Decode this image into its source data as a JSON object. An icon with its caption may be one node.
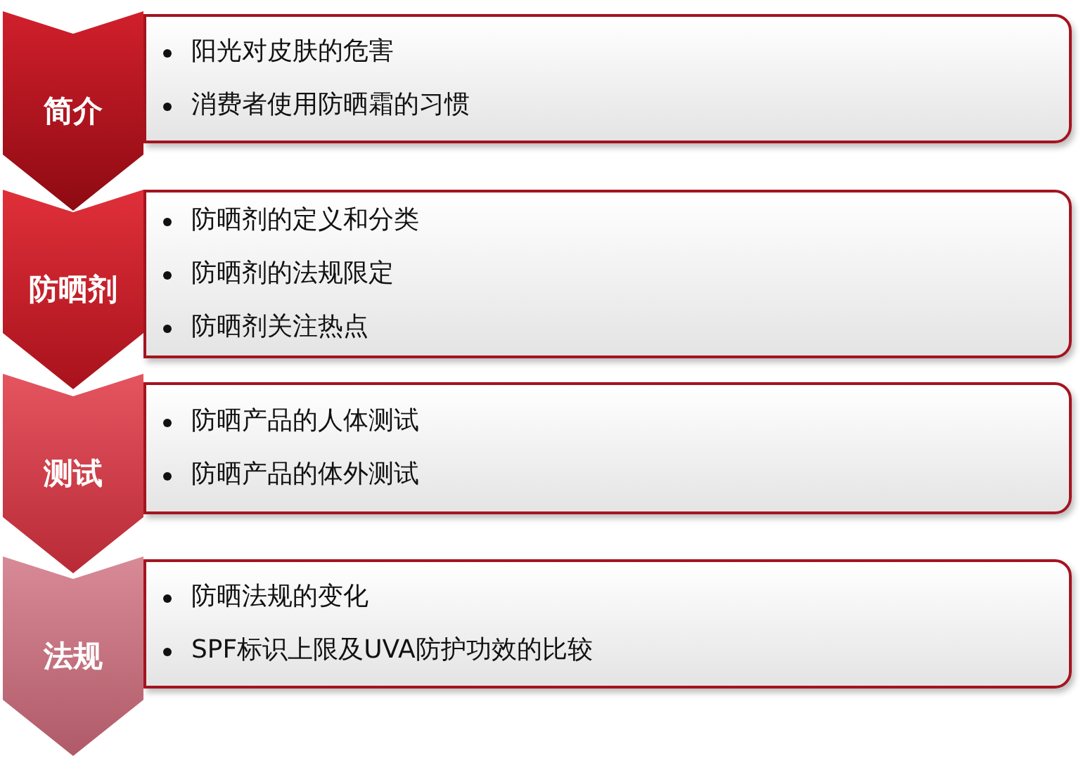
{
  "diagram": {
    "nodes": [
      {
        "text": [
          "简介"
        ]
      },
      {
        "text": [
          "阳光对皮肤的危害",
          "消费者使用防晒霜的习惯"
        ]
      },
      {
        "text": [
          "防晒剂"
        ]
      },
      {
        "text": [
          "防晒剂的定义和分类",
          "防晒剂的法规限定",
          "防晒剂关注热点"
        ]
      },
      {
        "text": [
          "测试"
        ]
      },
      {
        "text": [
          "防晒产品的人体测试",
          "防晒产品的体外测试"
        ]
      },
      {
        "text": [
          "法规"
        ]
      },
      {
        "text": [
          "防晒法规的变化",
          "SPF标识上限及UVA防护功效的比较"
        ]
      }
    ]
  }
}
